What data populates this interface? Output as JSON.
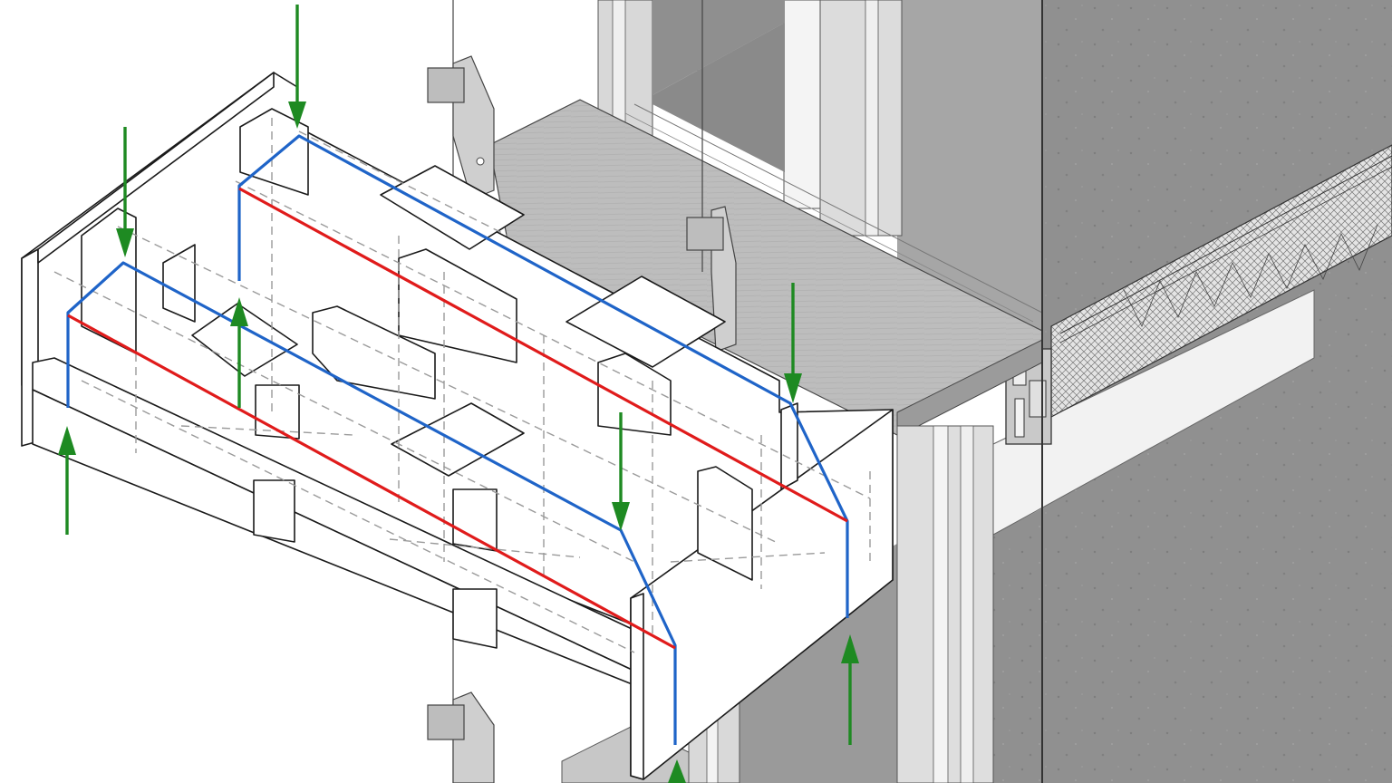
{
  "diagram": {
    "kind": "isometric facade bracket load-path detail",
    "colors": {
      "background": "#ffffff",
      "stone_cladding": "#8e8e8e",
      "stone_cladding_light": "#a9a9a9",
      "frame_metal": "#d6d6d6",
      "sill_board": "#b9b9b9",
      "bracket_outline": "#1a1a1a",
      "hidden_edges": "#9a9a9a",
      "top_load_path": "#1f64c8",
      "bottom_load_path": "#e01b1b",
      "reaction_arrows": "#1e8a22"
    },
    "arrows": {
      "downward_count": 4,
      "upward_count": 4
    }
  }
}
